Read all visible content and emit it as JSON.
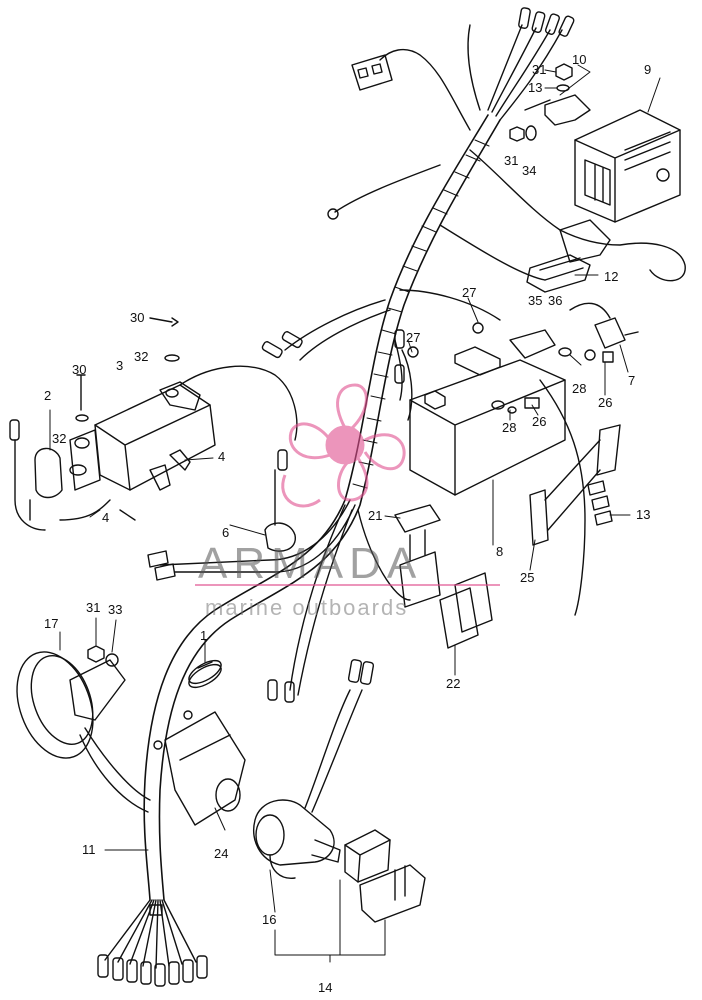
{
  "colors": {
    "line": "#111111",
    "watermark_pink": "#e0508f",
    "watermark_gray": "#666666"
  },
  "watermark": {
    "brand": "ARMADA",
    "tagline": "marine outboards"
  },
  "callouts": {
    "l1": "1",
    "l2": "2",
    "l3": "3",
    "l4a": "4",
    "l4b": "4",
    "l6": "6",
    "l7": "7",
    "l8": "8",
    "l9": "9",
    "l10": "10",
    "l11": "11",
    "l12": "12",
    "l13a": "13",
    "l13b": "13",
    "l14": "14",
    "l16": "16",
    "l17": "17",
    "l21": "21",
    "l22": "22",
    "l24": "24",
    "l25": "25",
    "l26a": "26",
    "l26b": "26",
    "l27a": "27",
    "l27b": "27",
    "l28a": "28",
    "l28b": "28",
    "l30a": "30",
    "l30b": "30",
    "l31a": "31",
    "l31b": "31",
    "l31c": "31",
    "l32a": "32",
    "l32b": "32",
    "l33": "33",
    "l34": "34",
    "l35": "35",
    "l36": "36"
  }
}
